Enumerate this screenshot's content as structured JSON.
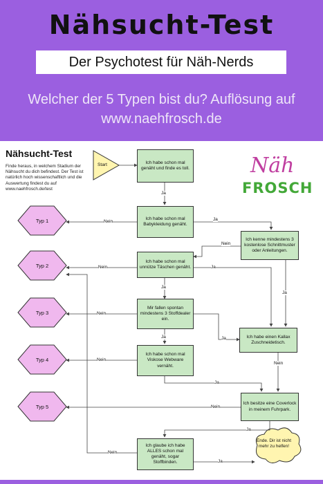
{
  "header": {
    "title": "Nähsucht-Test",
    "subtitle": "Der Psychotest für Näh-Nerds",
    "question_line1": "Welcher der 5 Typen bist du? Auflösung auf",
    "question_line2": "www.naehfrosch.de"
  },
  "flowchart": {
    "title": "Nähsucht-Test",
    "intro": "Finde heraus, in welchem Stadium der Nähsucht du dich befindest. Der Test ist natürlich hoch wissenschaftlich und die Auswertung findest du auf www.naehfrosch.de/test",
    "start": "Start",
    "end": "Ende. Dir ist nicht mehr zu helfen!",
    "questions": {
      "q1": "Ich habe schon mal genäht und finde es toll.",
      "q2": "Ich habe schon mal Babykleidung genäht.",
      "q3": "Ich kenne mindestens 3 kostenlose Schnittmuster oder Anleitungen.",
      "q4": "Ich habe schon mal unnütze Täschen genäht.",
      "q5": "Mir fallen spontan mindestens 3 Stoffdealer ein.",
      "q6": "Ich habe einen Kallax Zuschneidetisch.",
      "q7": "Ich habe schon mal Viskose Webware vernäht.",
      "q8": "Ich besitze eine Coverlock in meinem Fuhrpark.",
      "q9": "Ich glaube ich habe ALLES schon mal genäht, sogar Stoffbinden."
    },
    "types": [
      "Typ 1",
      "Typ 2",
      "Typ 3",
      "Typ 4",
      "Typ 5"
    ],
    "yes": "Ja",
    "no": "Nein"
  },
  "logo": {
    "part1": "Näh",
    "part2": "FROSCH"
  },
  "colors": {
    "background": "#9b5fe0",
    "node": "#c9e8c4",
    "type_hexagon": "#f0b8ee",
    "start": "#fff5b0",
    "end": "#fff5b0",
    "logo_pink": "#c03fa0",
    "logo_green": "#43a838"
  }
}
